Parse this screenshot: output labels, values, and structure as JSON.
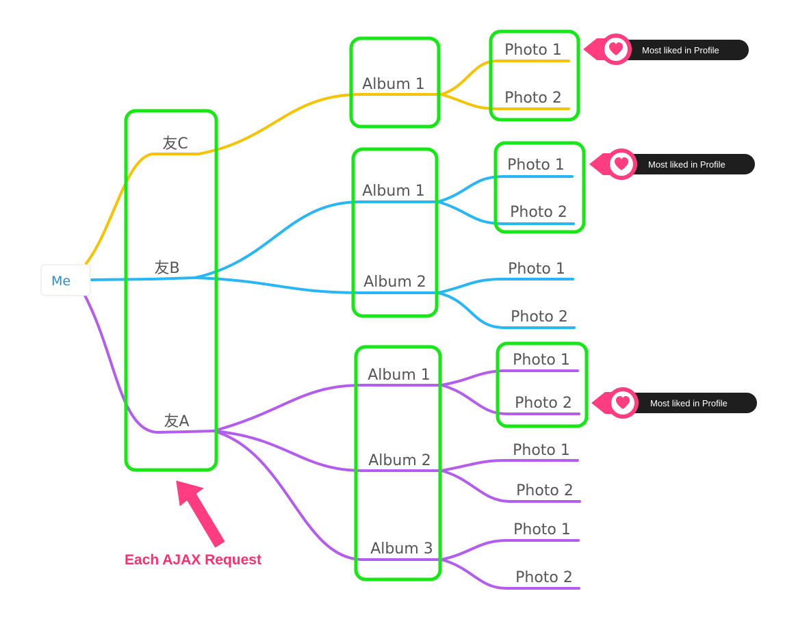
{
  "root": {
    "label": "Me"
  },
  "friends": [
    {
      "label": "友C",
      "color": "#f7c200",
      "albums": [
        {
          "label": "Album 1",
          "photos": [
            "Photo 1",
            "Photo 2"
          ]
        }
      ]
    },
    {
      "label": "友B",
      "color": "#29b6f6",
      "albums": [
        {
          "label": "Album 1",
          "photos": [
            "Photo 1",
            "Photo 2"
          ]
        },
        {
          "label": "Album 2",
          "photos": [
            "Photo 1",
            "Photo 2"
          ]
        }
      ]
    },
    {
      "label": "友A",
      "color": "#b45ced",
      "albums": [
        {
          "label": "Album 1",
          "photos": [
            "Photo 1",
            "Photo 2"
          ]
        },
        {
          "label": "Album 2",
          "photos": [
            "Photo 1",
            "Photo 2"
          ]
        },
        {
          "label": "Album 3",
          "photos": [
            "Photo 1",
            "Photo 2"
          ]
        }
      ]
    }
  ],
  "callouts": [
    {
      "text": "Most liked in Profile",
      "icon": "heart-icon"
    },
    {
      "text": "Most liked in Profile",
      "icon": "heart-icon"
    },
    {
      "text": "Most liked in Profile",
      "icon": "heart-icon"
    }
  ],
  "annotation": {
    "text": "Each AJAX Request",
    "icon": "arrow-up-icon"
  },
  "colors": {
    "highlight_box": "#17e617",
    "callout_bg": "#1e1e1e",
    "callout_accent": "#ff3d7f",
    "annotation": "#ff2f6e"
  }
}
